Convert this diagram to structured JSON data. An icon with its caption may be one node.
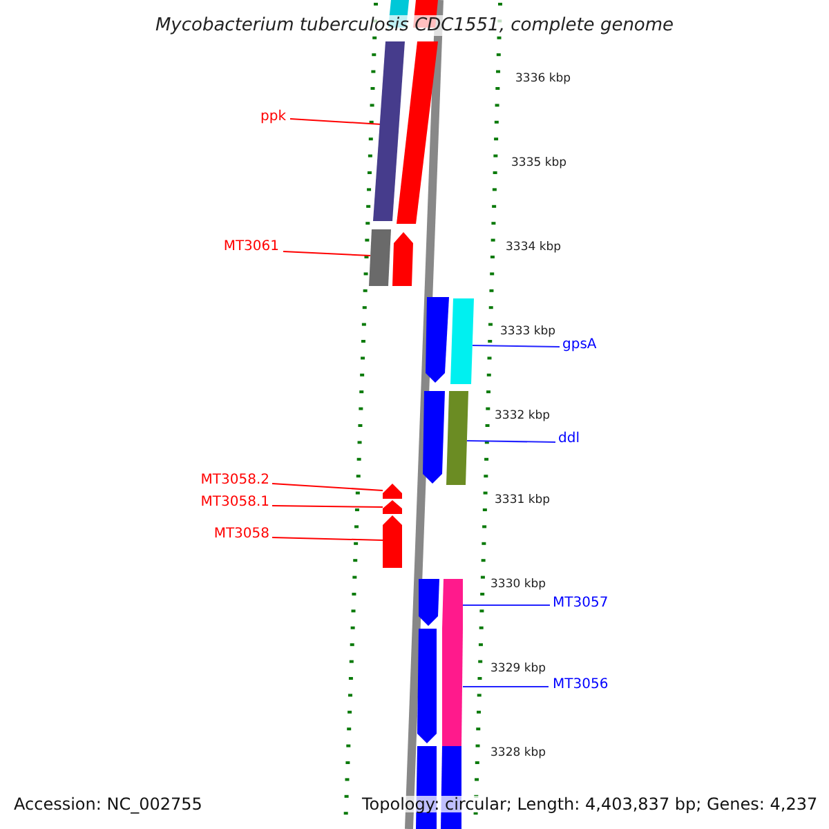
{
  "diagram": {
    "title": "Mycobacterium tuberculosis CDC1551, complete genome",
    "nodes": [
      {
        "text": [
          "ppk"
        ]
      },
      {
        "text": [
          "MT3061"
        ]
      },
      {
        "text": [
          "MT3058.2"
        ]
      },
      {
        "text": [
          "MT3058.1"
        ]
      },
      {
        "text": [
          "MT3058"
        ]
      },
      {
        "text": [
          "gpsA"
        ]
      },
      {
        "text": [
          "ddl"
        ]
      },
      {
        "text": [
          "MT3057"
        ]
      },
      {
        "text": [
          "MT3056"
        ]
      },
      {
        "text": [],
        "shape": "bar"
      },
      {
        "text": [],
        "shape": "bar"
      },
      {
        "text": [],
        "shape": "bar"
      },
      {
        "text": [],
        "shape": "bar"
      },
      {
        "text": [],
        "shape": "bar"
      },
      {
        "text": [],
        "shape": "bar"
      },
      {
        "text": [],
        "shape": "bar"
      },
      {
        "text": [],
        "shape": "bar"
      },
      {
        "text": [],
        "shape": "bar"
      },
      {
        "text": [],
        "shape": "bar"
      },
      {
        "text": [],
        "shape": "bar"
      },
      {
        "text": [],
        "shape": "bar"
      },
      {
        "text": [],
        "shape": "bar"
      },
      {
        "text": [],
        "shape": "bar"
      },
      {
        "text": [],
        "shape": "bar"
      },
      {
        "text": [],
        "shape": "bar"
      },
      {
        "text": [],
        "shape": "bar"
      },
      {
        "text": [],
        "shape": "bar"
      },
      {
        "text": [],
        "shape": "bar"
      }
    ],
    "edges": [
      {
        "from": 0,
        "to": 11,
        "arrow": "none"
      },
      {
        "from": 1,
        "to": 13,
        "arrow": "none"
      },
      {
        "from": 2,
        "to": 19,
        "arrow": "none"
      },
      {
        "from": 3,
        "to": 20,
        "arrow": "none"
      },
      {
        "from": 4,
        "to": 21,
        "arrow": "none"
      },
      {
        "from": 5,
        "to": 16,
        "arrow": "none",
        "color": "#2222ff"
      },
      {
        "from": 6,
        "to": 18,
        "arrow": "none",
        "color": "#2222ff"
      },
      {
        "from": 7,
        "to": 23,
        "arrow": "none",
        "color": "#2222ff"
      },
      {
        "from": 8,
        "to": 25,
        "arrow": "none",
        "color": "#2222ff"
      }
    ],
    "labels": [
      "3336 kbp",
      "3335 kbp",
      "3334 kbp",
      "3333 kbp",
      "3332 kbp",
      "3331 kbp",
      "3330 kbp",
      "3329 kbp",
      "3328 kbp",
      "Accession: NC_002755",
      "Topology: circular; Length: 4,403,837 bp; Genes: 4,237"
    ]
  }
}
